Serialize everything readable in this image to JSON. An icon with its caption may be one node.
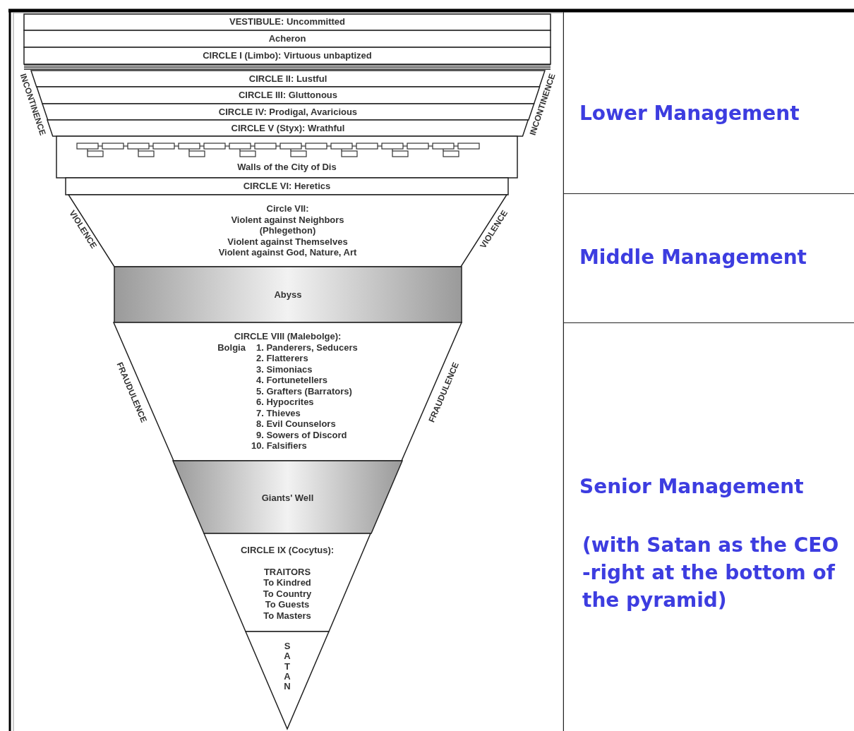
{
  "diagram": {
    "nodes": [
      {
        "text": [
          "VESTIBULE: Uncommitted"
        ]
      },
      {
        "text": [
          "Acheron"
        ]
      },
      {
        "text": [
          "CIRCLE I (Limbo): Virtuous unbaptized"
        ]
      },
      {
        "text": [
          "CIRCLE II: Lustful"
        ]
      },
      {
        "text": [
          "CIRCLE III: Gluttonous"
        ]
      },
      {
        "text": [
          "CIRCLE IV: Prodigal, Avaricious"
        ]
      },
      {
        "text": [
          "CIRCLE V (Styx): Wrathful"
        ]
      },
      {
        "text": [
          "Walls of the City of Dis"
        ]
      },
      {
        "text": [
          "CIRCLE VI: Heretics"
        ]
      },
      {
        "text": [
          "Circle VII:",
          "Violent against Neighbors",
          "(Phlegethon)",
          "Violent against Themselves",
          "Violent against God, Nature, Art"
        ]
      },
      {
        "text": [
          "Abyss"
        ]
      },
      {
        "text": [
          "CIRCLE VIII (Malebolge):",
          "Bolgia",
          "1. Panderers, Seducers",
          "2. Flatterers",
          "3. Simoniacs",
          "4. Fortunetellers",
          "5. Grafters (Barrators)",
          "6. Hypocrites",
          "7. Thieves",
          "8. Evil Counselors",
          "9. Sowers of Discord",
          "10. Falsifiers"
        ]
      },
      {
        "text": [
          "Giants' Well"
        ]
      },
      {
        "text": [
          "CIRCLE IX (Cocytus):",
          "TRAITORS",
          "To Kindred",
          "To Country",
          "To Guests",
          "To Masters"
        ]
      },
      {
        "text": [
          "SATAN"
        ]
      },
      {
        "text": [
          "Lower Management"
        ]
      },
      {
        "text": [
          "Middle Management"
        ]
      },
      {
        "text": [
          "Senior Management",
          "(with Satan as the CEO -right at the bottom of the pyramid)"
        ]
      }
    ],
    "labels": [
      "INCONTINENCE",
      "INCONTINENCE",
      "VIOLENCE",
      "VIOLENCE",
      "FRAUDULENCE",
      "FRAUDULENCE"
    ]
  }
}
